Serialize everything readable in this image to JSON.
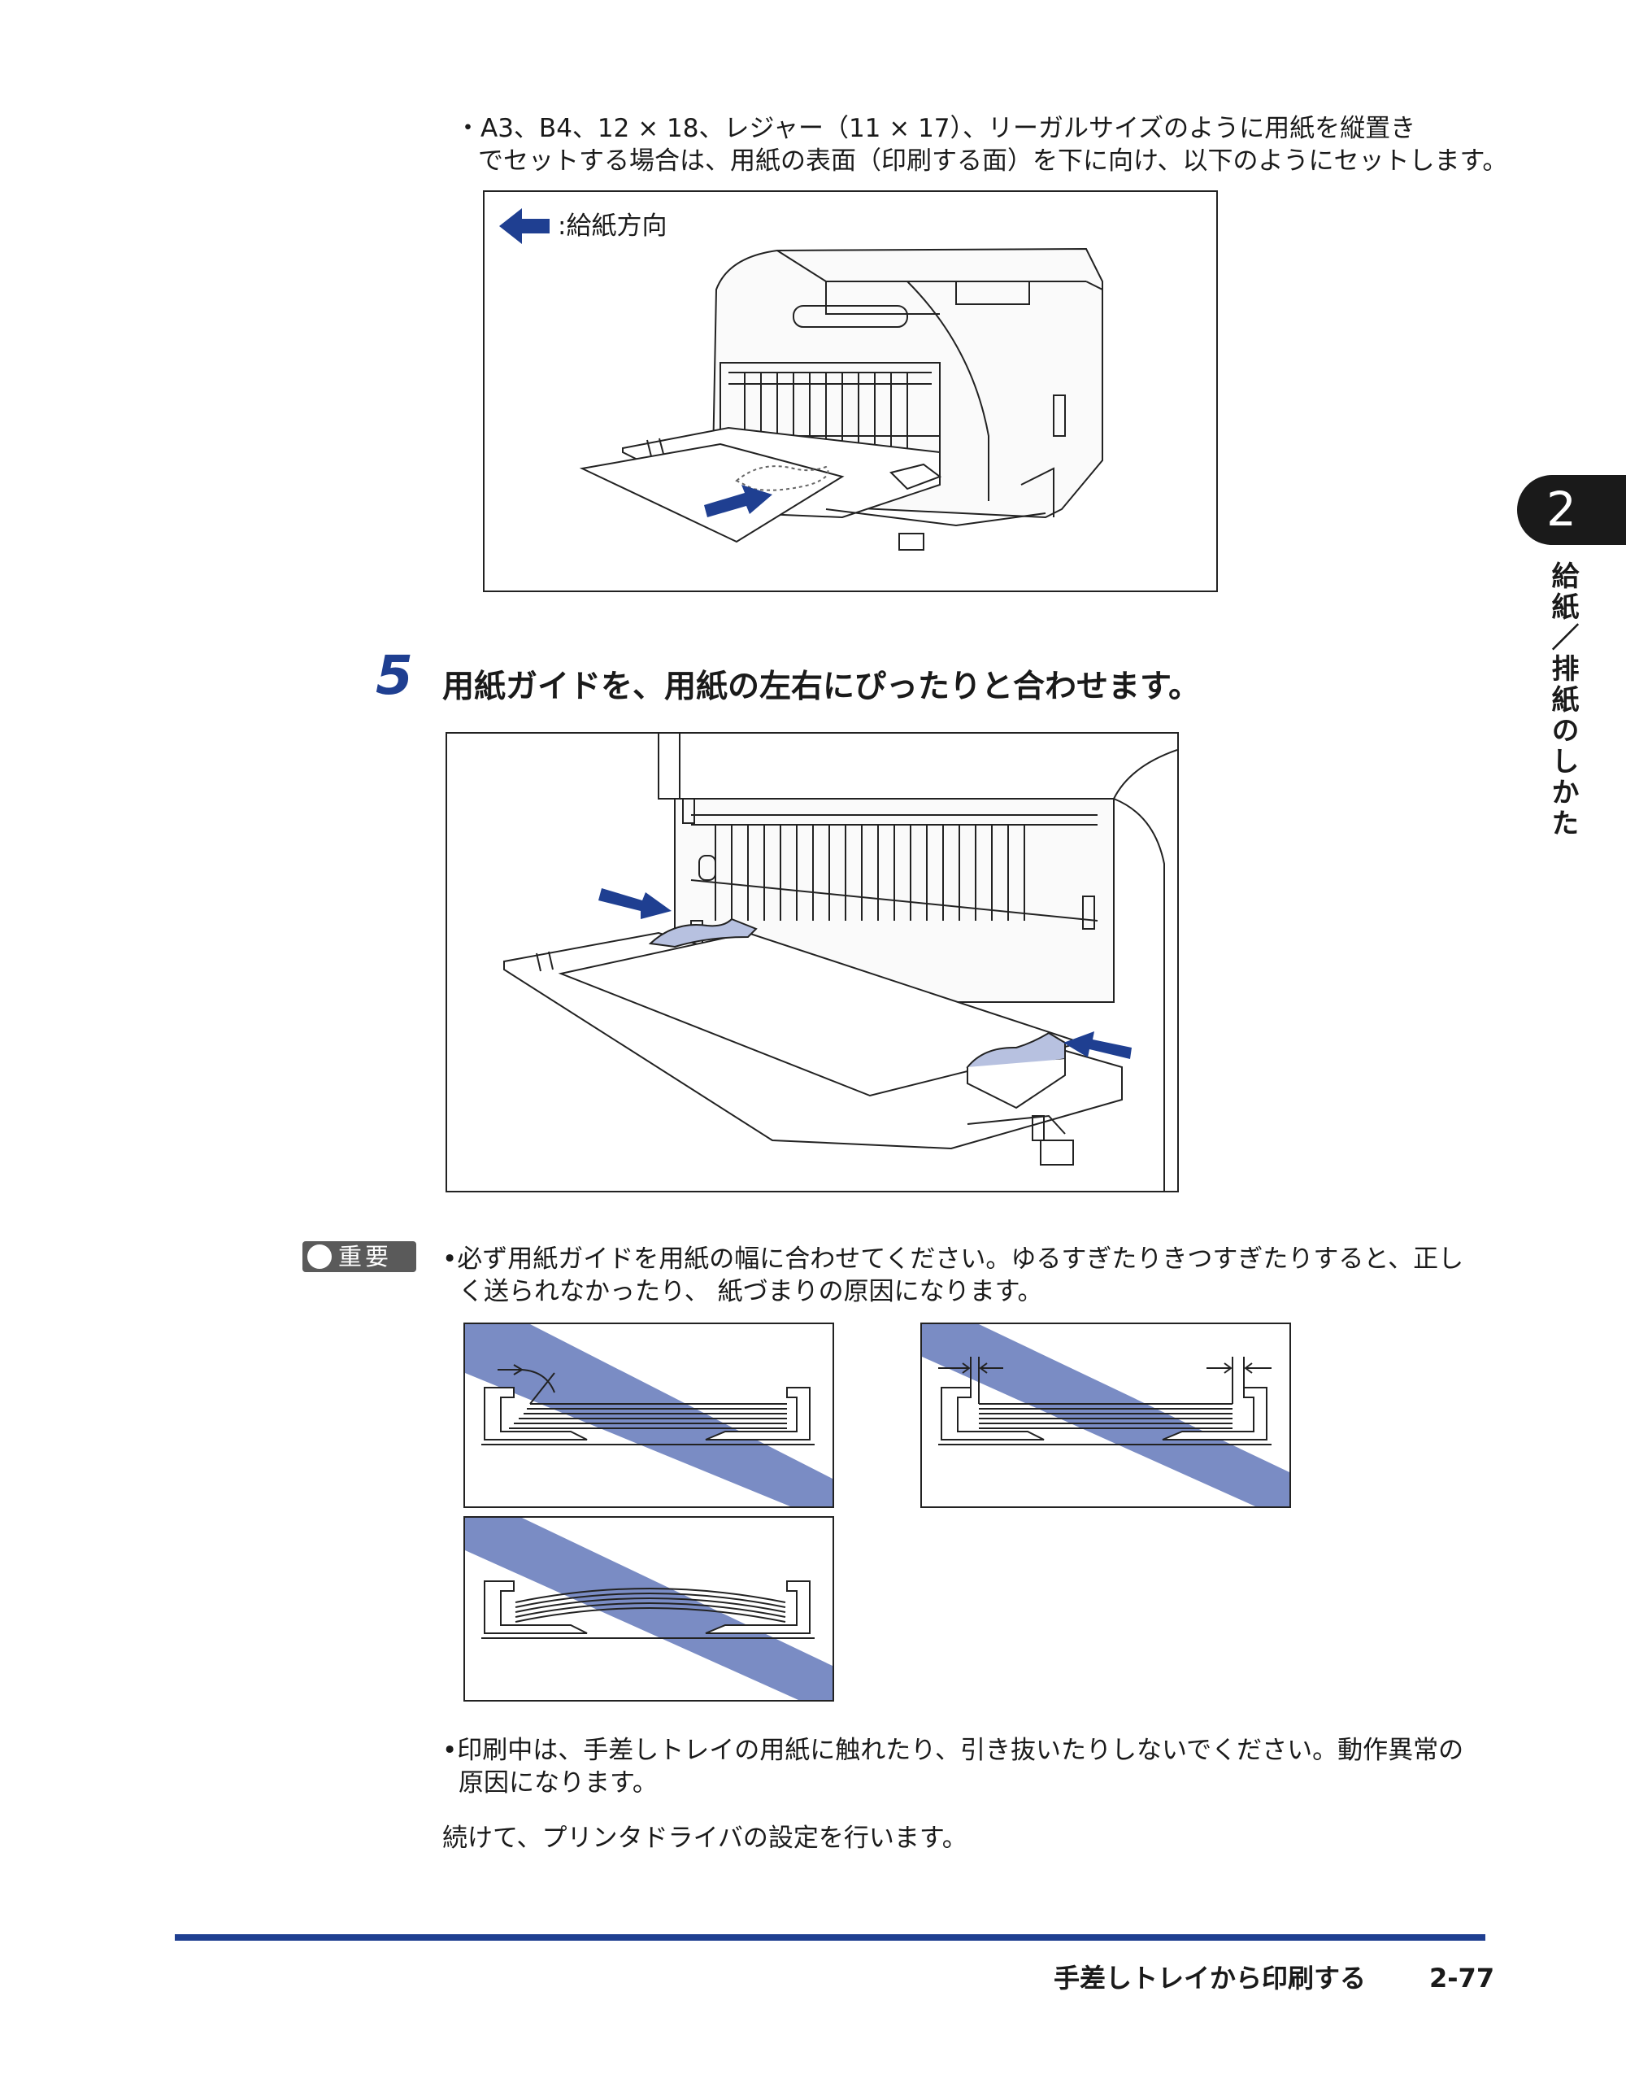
{
  "intro_note": {
    "line1": "・A3、B4、12 × 18、レジャー（11 × 17）、リーガルサイズのように用紙を縦置き",
    "line2": "でセットする場合は、用紙の表面（印刷する面）を下に向け、以下のようにセットします。"
  },
  "figure1": {
    "legend_label": ":給紙方向",
    "arrow_color": "#1f3f91"
  },
  "step5": {
    "number": "5",
    "text": "用紙ガイドを、用紙の左右にぴったりと合わせます。"
  },
  "important": {
    "badge_label": "重要",
    "note1_line1": "•必ず用紙ガイドを用紙の幅に合わせてください。ゆるすぎたりきつすぎたりすると、正し",
    "note1_line2": "く送られなかったり、 紙づまりの原因になります。",
    "note2_line1": "•印刷中は、手差しトレイの用紙に触れたり、引き抜いたりしないでください。動作異常の",
    "note2_line2": "原因になります。",
    "stripe_color": "#7a8cc4"
  },
  "continue_text": "続けて、プリンタドライバの設定を行います。",
  "side_tab": {
    "chapter_number": "2",
    "chapter_title": "給紙／排紙のしかた"
  },
  "footer": {
    "section_title": "手差しトレイから印刷する",
    "page_number": "2-77",
    "rule_color": "#1f3f91"
  }
}
